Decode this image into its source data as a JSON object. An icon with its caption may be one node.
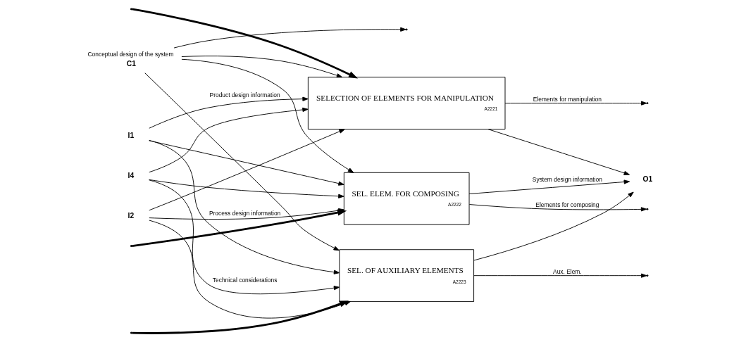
{
  "diagram": {
    "nodes": [
      {
        "text": [
          "C1"
        ],
        "beside": [
          "Conceptual design of the system"
        ]
      },
      {
        "text": [
          "I1"
        ]
      },
      {
        "text": [
          "I2"
        ]
      },
      {
        "text": [
          "I4"
        ]
      },
      {
        "text": [
          "SELECTION OF ELEMENTS FOR MANIPULATION",
          "A2221"
        ]
      },
      {
        "text": [
          "SEL. ELEM. FOR COMPOSING",
          "A2222"
        ]
      },
      {
        "text": [
          "SEL. OF AUXILIARY ELEMENTS",
          "A2223"
        ]
      },
      {
        "text": [
          "O1"
        ]
      }
    ],
    "edges": [
      {
        "from": 0,
        "to": 4,
        "arrow": "to"
      },
      {
        "from": 0,
        "to": 5,
        "arrow": "to"
      },
      {
        "from": 0,
        "to": 6,
        "arrow": "to"
      },
      {
        "from": 0,
        "to": null,
        "arrow": "to"
      },
      {
        "from": 1,
        "to": 4,
        "label": "Product design information",
        "arrow": "to"
      },
      {
        "from": 1,
        "to": 5,
        "arrow": "to"
      },
      {
        "from": 1,
        "to": 6,
        "arrow": "to"
      },
      {
        "from": 2,
        "to": 4,
        "arrow": "to"
      },
      {
        "from": 2,
        "to": 5,
        "label": "Process design information",
        "arrow": "to"
      },
      {
        "from": 2,
        "to": 6,
        "arrow": "to"
      },
      {
        "from": 3,
        "to": 4,
        "arrow": "to"
      },
      {
        "from": 3,
        "to": 5,
        "arrow": "to"
      },
      {
        "from": 3,
        "to": 6,
        "label": "Technical considerations",
        "arrow": "to"
      },
      {
        "from": null,
        "to": 4,
        "arrow": "to",
        "style": "thick"
      },
      {
        "from": null,
        "to": 5,
        "arrow": "to",
        "style": "thick"
      },
      {
        "from": null,
        "to": 6,
        "arrow": "to",
        "style": "thick"
      },
      {
        "from": 4,
        "to": null,
        "label": "Elements for manipulation",
        "arrow": "to"
      },
      {
        "from": 4,
        "to": 7,
        "arrow": "to"
      },
      {
        "from": 5,
        "to": 7,
        "label": "System design information",
        "arrow": "to"
      },
      {
        "from": 6,
        "to": 7,
        "arrow": "to"
      },
      {
        "from": 5,
        "to": null,
        "label": "Elements for composing",
        "arrow": "to"
      },
      {
        "from": 6,
        "to": null,
        "label": "Aux. Elem.",
        "arrow": "to"
      }
    ]
  }
}
